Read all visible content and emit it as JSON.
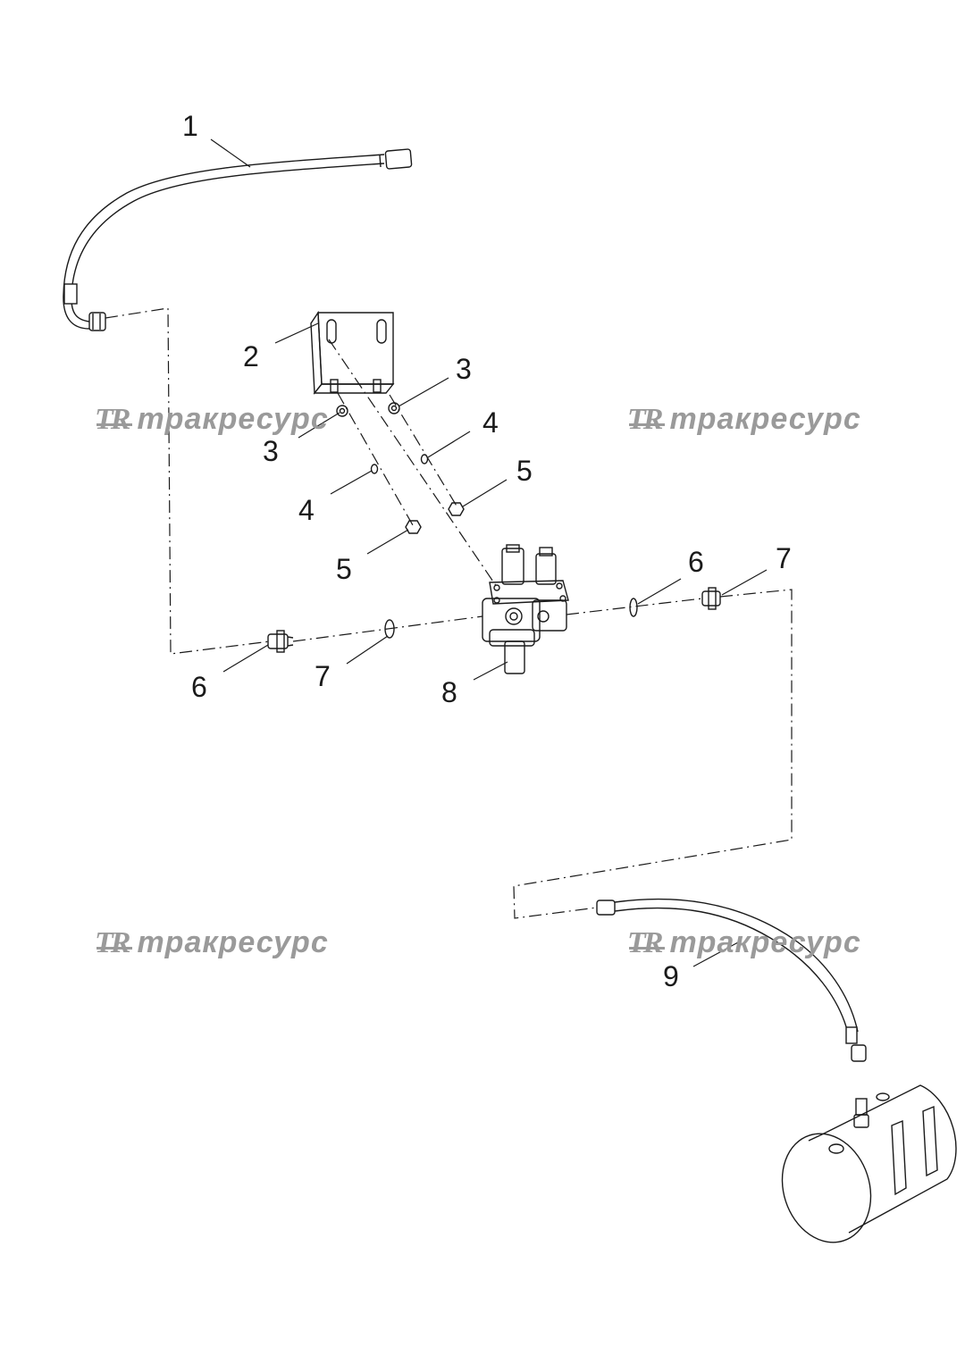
{
  "callouts": {
    "c1": "1",
    "c2": "2",
    "c3a": "3",
    "c3b": "3",
    "c4a": "4",
    "c4b": "4",
    "c5a": "5",
    "c5b": "5",
    "c6a": "6",
    "c6b": "6",
    "c7a": "7",
    "c7b": "7",
    "c8": "8",
    "c9": "9"
  },
  "watermark": {
    "logo": "TR",
    "text": "тракресурс"
  },
  "colors": {
    "line": "#1a1a1a",
    "watermark": "#9a9a9a"
  }
}
